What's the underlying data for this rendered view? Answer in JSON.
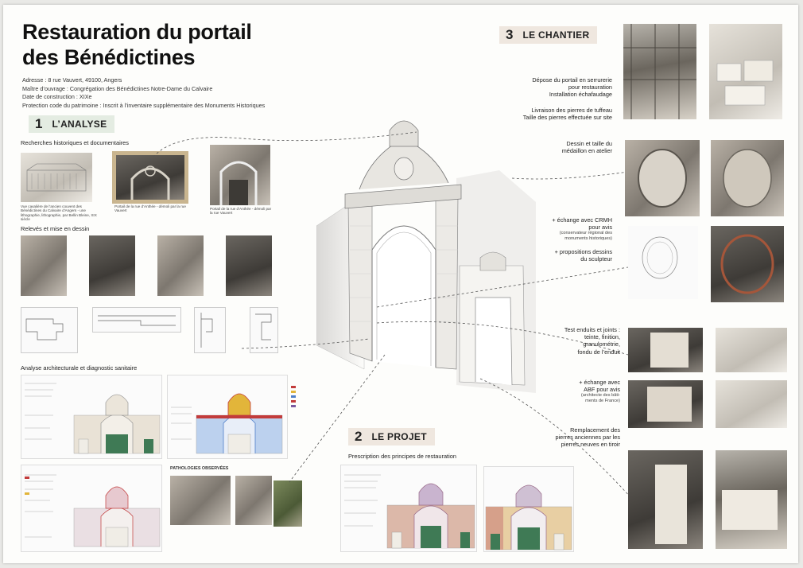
{
  "poster": {
    "title_line1": "Restauration du portail",
    "title_line2": "des Bénédictines",
    "info": [
      "Adresse : 8 rue Vauvert, 49100, Angers",
      "Maître d’ouvrage : Congrégation des Bénédictines Notre-Dame du Calvaire",
      "Date de construction : XIXe",
      "Protection code du patrimoine : Inscrit à l’inventaire supplémentaire des Monuments Historiques"
    ]
  },
  "section1": {
    "num": "1",
    "label": "L’ANALYSE",
    "sub_research": "Recherches historiques et documentaires",
    "captions": [
      "Vue cavalière de l’ancien couvent des Bénédictines du Calvaire d’Angers - une lithographie, lithographie, par Bellin Bleine, XIX siècle",
      "Portail de la rue d’Anthée - démoli par la rue Vauvert",
      "Portail de la rue d’Anthée - démoli par la rue Vauvert"
    ],
    "sub_releves": "Relevés et mise en dessin",
    "sub_diag": "Analyse architecturale et diagnostic sanitaire",
    "pathologies": "PATHOLOGIES OBSERVÉES"
  },
  "section2": {
    "num": "2",
    "label": "LE PROJET",
    "sub": "Prescription des principes de restauration"
  },
  "section3": {
    "num": "3",
    "label": "LE CHANTIER",
    "steps": [
      {
        "lines": [
          "Dépose du portail en serrurerie",
          "pour restauration",
          "Installation échafaudage"
        ]
      },
      {
        "lines": [
          "Livraison des pierres de tuffeau",
          "Taille des pierres effectuée sur site"
        ]
      },
      {
        "lines": [
          "Dessin et taille du",
          "médaillon en atelier"
        ]
      },
      {
        "lines": [
          "+ échange avec CRMH",
          "pour avis"
        ],
        "small": [
          "(conservateur régional des",
          "monuments historiques)"
        ]
      },
      {
        "lines": [
          "+ propositions dessins",
          "du sculpteur"
        ]
      },
      {
        "lines": [
          "Test enduits et joints :",
          "teinte, finition,",
          "granulométrie,",
          "fondu de l’enduit"
        ]
      },
      {
        "lines": [
          "+ échange avec",
          "ABF pour avis"
        ],
        "small": [
          "(architecte des bâti-",
          "ments de France)"
        ]
      },
      {
        "lines": [
          "Remplacement des",
          "pierres anciennes par les",
          "pierres neuves en tiroir"
        ]
      }
    ]
  },
  "colors": {
    "green_tag": "#e4ece2",
    "beige_tag": "#efe7df",
    "door_green": "#3f7a55",
    "legend_red": "#c23b3b",
    "legend_yellow": "#e2b53a",
    "legend_blue": "#4f7fc9"
  }
}
